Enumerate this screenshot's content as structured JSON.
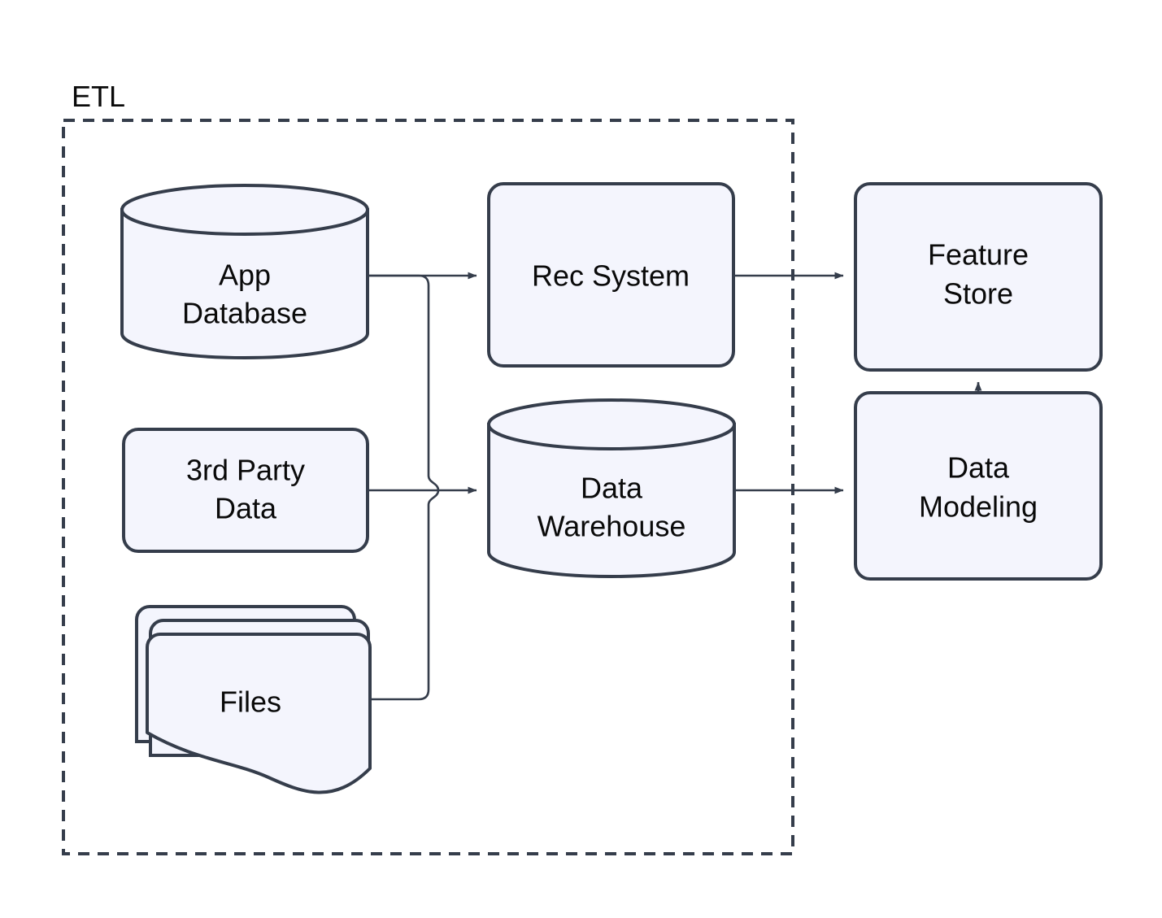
{
  "diagram": {
    "title": "ETL data pipeline diagram",
    "type": "flowchart",
    "background_color": "#ffffff",
    "shape_fill": "#f4f5fd",
    "shape_stroke": "#353d4b",
    "connector_color": "#353d4b",
    "text_color": "#0a0a0a",
    "groups": [
      {
        "id": "etl-group",
        "label": "ETL",
        "style": "dashed-rectangle",
        "stroke": "#353d4b"
      }
    ],
    "nodes": [
      {
        "id": "app-database",
        "label": "App\nDatabase",
        "label_line1": "App",
        "label_line2": "Database",
        "shape": "cylinder",
        "group": "etl-group"
      },
      {
        "id": "third-party-data",
        "label": "3rd Party\nData",
        "label_line1": "3rd Party",
        "label_line2": "Data",
        "shape": "rounded-rectangle",
        "group": "etl-group"
      },
      {
        "id": "files",
        "label": "Files",
        "label_line1": "Files",
        "label_line2": "",
        "shape": "multi-document",
        "group": "etl-group"
      },
      {
        "id": "rec-system",
        "label": "Rec System",
        "label_line1": "Rec System",
        "label_line2": "",
        "shape": "rounded-rectangle",
        "group": "etl-group"
      },
      {
        "id": "data-warehouse",
        "label": "Data\nWarehouse",
        "label_line1": "Data",
        "label_line2": "Warehouse",
        "shape": "cylinder",
        "group": "etl-group"
      },
      {
        "id": "feature-store",
        "label": "Feature\nStore",
        "label_line1": "Feature",
        "label_line2": "Store",
        "shape": "rounded-rectangle",
        "group": null
      },
      {
        "id": "data-modeling",
        "label": "Data\nModeling",
        "label_line1": "Data",
        "label_line2": "Modeling",
        "shape": "rounded-rectangle",
        "group": null
      }
    ],
    "edges": [
      {
        "id": "edge-appdb-recsystem",
        "from": "app-database",
        "to": "rec-system",
        "arrow": "to",
        "style": "orthogonal"
      },
      {
        "id": "edge-appdb-warehouse",
        "from": "app-database",
        "to": "data-warehouse",
        "arrow": "to",
        "style": "orthogonal"
      },
      {
        "id": "edge-thirdparty-warehouse",
        "from": "third-party-data",
        "to": "data-warehouse",
        "arrow": "to",
        "style": "orthogonal"
      },
      {
        "id": "edge-files-warehouse",
        "from": "files",
        "to": "data-warehouse",
        "arrow": "to",
        "style": "orthogonal"
      },
      {
        "id": "edge-recsystem-featurestore",
        "from": "rec-system",
        "to": "feature-store",
        "arrow": "to",
        "style": "straight"
      },
      {
        "id": "edge-warehouse-modeling",
        "from": "data-warehouse",
        "to": "data-modeling",
        "arrow": "to",
        "style": "straight"
      },
      {
        "id": "edge-modeling-featurestore",
        "from": "data-modeling",
        "to": "feature-store",
        "arrow": "to",
        "style": "straight"
      }
    ]
  }
}
